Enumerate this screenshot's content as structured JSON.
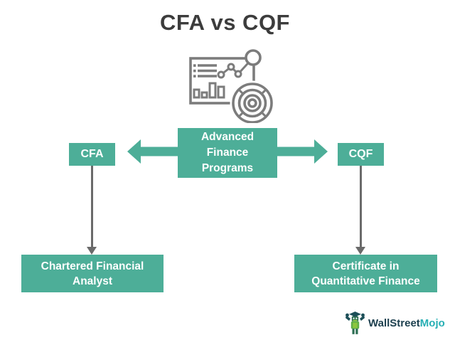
{
  "title": "CFA vs CQF",
  "diagram": {
    "center_label": "Advanced\nFinance\nPrograms",
    "left": {
      "abbr": "CFA",
      "full": "Chartered Financial\nAnalyst"
    },
    "right": {
      "abbr": "CQF",
      "full": "Certificate in\nQuantitative Finance"
    },
    "icon": "analytics-dashboard-icon"
  },
  "logo": {
    "part1": "WallStreet",
    "part2": "Mojo"
  },
  "colors": {
    "box_green": "#4DAE98",
    "arrow_gray": "#6a6a6a",
    "icon_gray": "#7c7c7c",
    "title_text": "#3c3c3c",
    "logo_navy": "#1c3f4e",
    "logo_teal": "#27afb4"
  }
}
